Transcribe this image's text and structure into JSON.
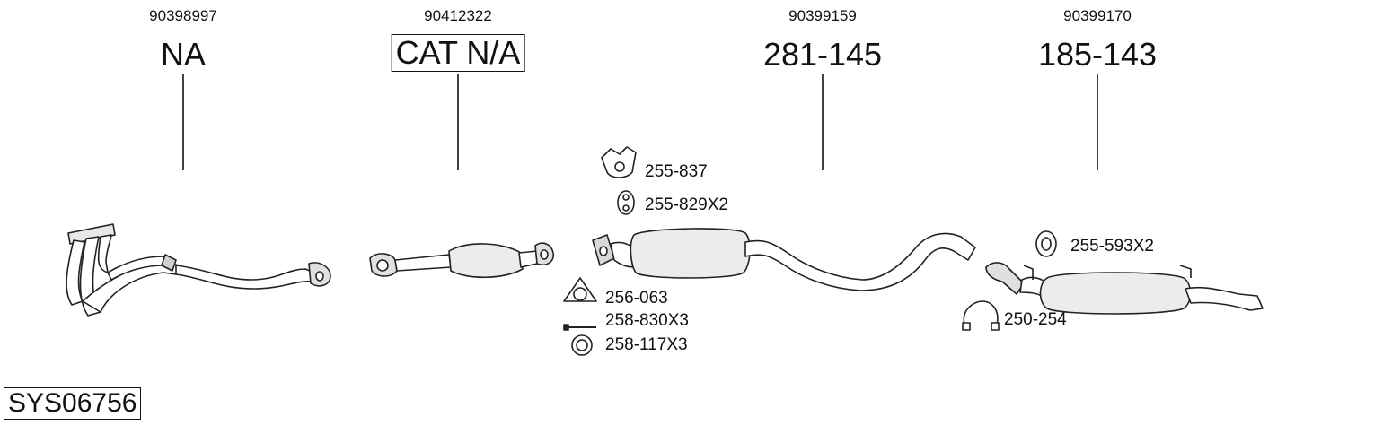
{
  "system_code": "SYS06756",
  "components": [
    {
      "oem": "90398997",
      "part": "NA"
    },
    {
      "oem": "90412322",
      "part": "CAT N/A"
    },
    {
      "oem": "90399159",
      "part": "281-145"
    },
    {
      "oem": "90399170",
      "part": "185-143"
    }
  ],
  "accessories": [
    {
      "code": "255-837",
      "icon": "rubber-hanger-icon"
    },
    {
      "code": "255-829X2",
      "icon": "rubber-ring-icon"
    },
    {
      "code": "256-063",
      "icon": "triangle-gasket-icon"
    },
    {
      "code": "258-830X3",
      "icon": "bolt-icon"
    },
    {
      "code": "258-117X3",
      "icon": "ring-gasket-icon"
    },
    {
      "code": "255-593X2",
      "icon": "rubber-mount-icon"
    },
    {
      "code": "250-254",
      "icon": "clamp-icon"
    }
  ]
}
